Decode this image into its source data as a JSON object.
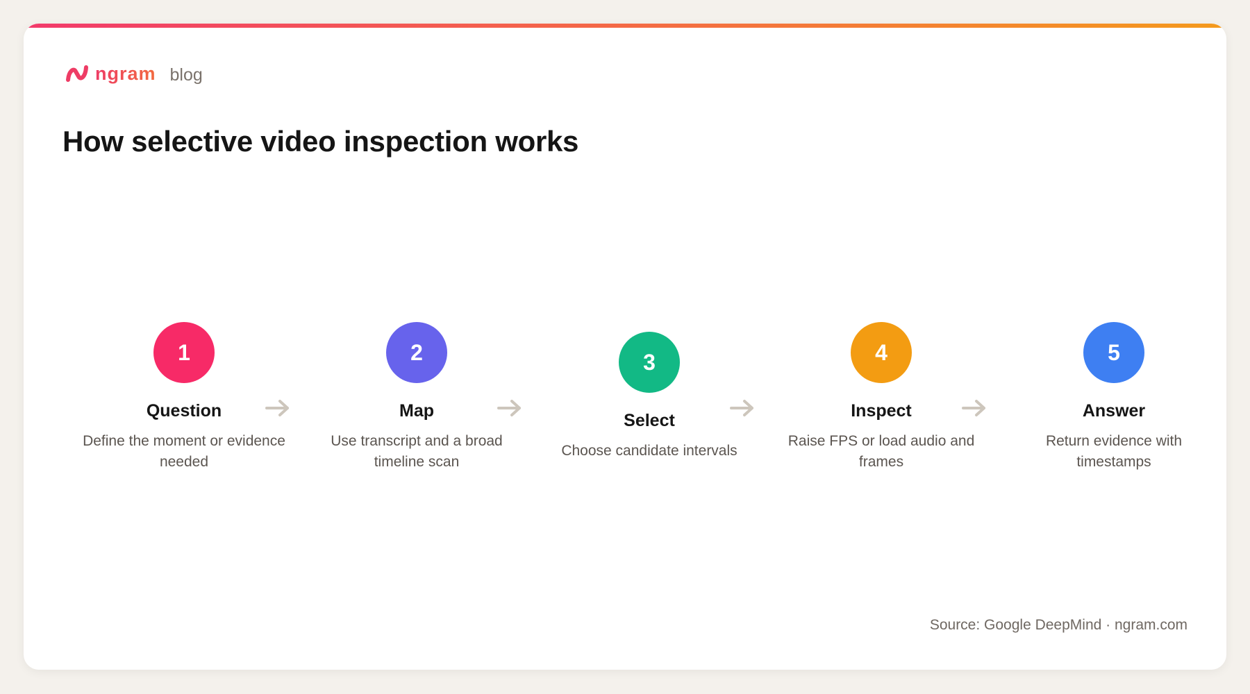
{
  "brand": {
    "name": "ngram",
    "tag": "blog"
  },
  "title": "How selective video inspection works",
  "steps": [
    {
      "number": "1",
      "label": "Question",
      "description": "Define the moment or evidence needed",
      "color": "#f72a67"
    },
    {
      "number": "2",
      "label": "Map",
      "description": "Use transcript and a broad timeline scan",
      "color": "#6763ec"
    },
    {
      "number": "3",
      "label": "Select",
      "description": "Choose candidate intervals",
      "color": "#12b985"
    },
    {
      "number": "4",
      "label": "Inspect",
      "description": "Raise FPS or load audio and frames",
      "color": "#f39c12"
    },
    {
      "number": "5",
      "label": "Answer",
      "description": "Return evidence with timestamps",
      "color": "#3e7ff2"
    }
  ],
  "arrow_color": "#cdc6bc",
  "accent_colors": [
    "#f23a6b",
    "#f49a1c"
  ],
  "source": "Source: Google DeepMind · ngram.com"
}
